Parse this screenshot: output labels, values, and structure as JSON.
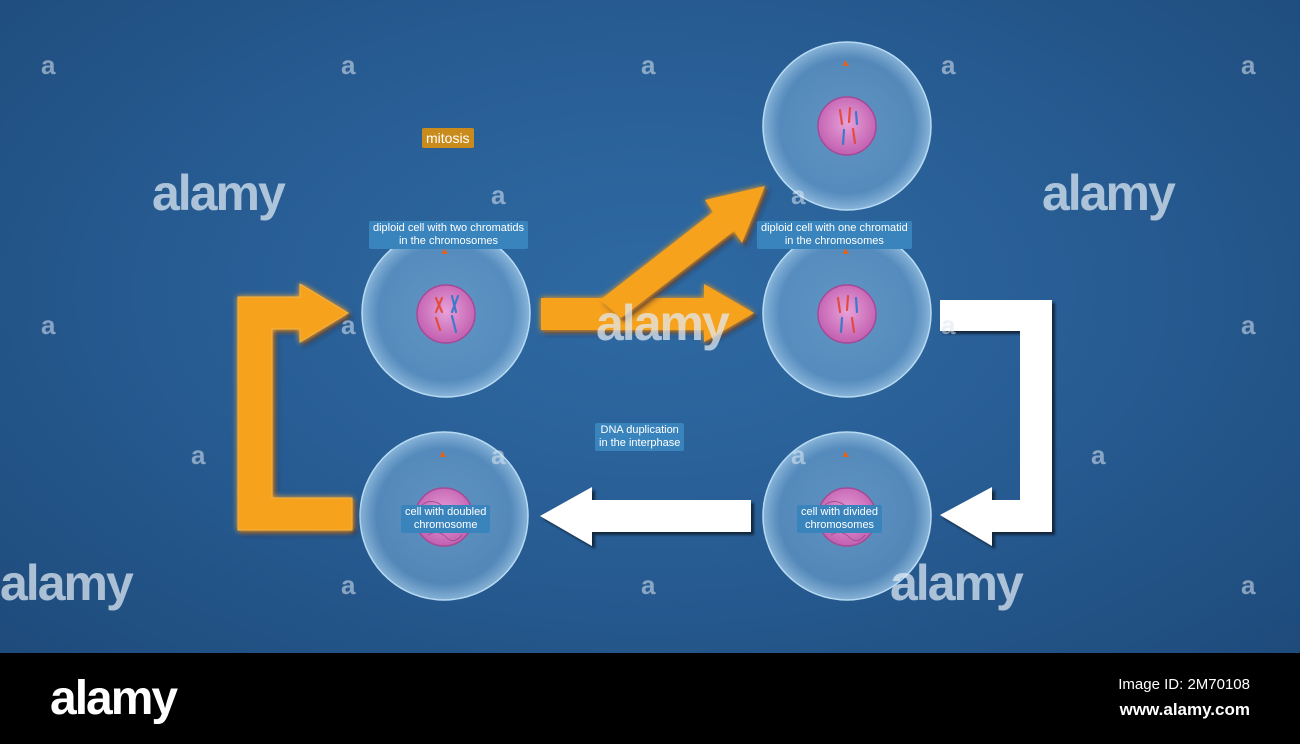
{
  "diagram": {
    "title_badge": "mitosis",
    "labels": {
      "two_chromatids": [
        "diploid cell with two chromatids",
        "in the chromosomes"
      ],
      "one_chromatid": [
        "diploid cell with one chromatid",
        "in the chromosomes"
      ],
      "dna_duplication": [
        "DNA duplication",
        "in the interphase"
      ],
      "doubled": [
        "cell with doubled",
        "chromosome"
      ],
      "divided": [
        "cell with divided",
        "chromosomes"
      ]
    },
    "colors": {
      "background": "#285e95",
      "orange_arrow": "#f7a21b",
      "white_arrow": "#ffffff",
      "label_bg": "#3a84bd",
      "badge_bg": "#c98b1c",
      "cell": "#7fb3df",
      "nucleus": "#d77cc8"
    }
  },
  "watermark": {
    "small": "a",
    "big": "alamy"
  },
  "footer": {
    "logo": "alamy",
    "image_id": "Image ID: 2M70108",
    "url": "www.alamy.com"
  }
}
